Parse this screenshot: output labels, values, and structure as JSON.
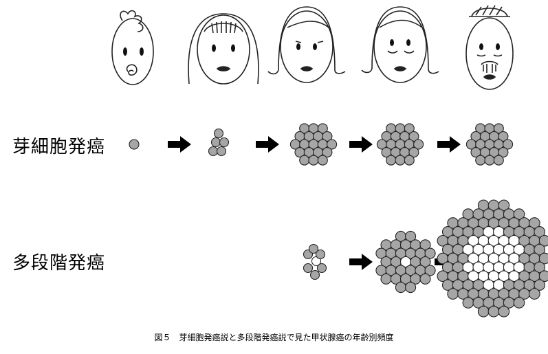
{
  "rows": {
    "sprout": {
      "label": "芽細胞発癌"
    },
    "multistage": {
      "label": "多段階発癌"
    }
  },
  "caption": "図５　芽細胞発癌説と多段階発癌説で見た甲状腺癌の年齢別頻度",
  "faces": [
    "baby",
    "girl-bangs",
    "woman-long-hair",
    "woman-smiling",
    "elderly-man-hat"
  ],
  "colors": {
    "cell_fill": "#a6a6a6",
    "cell_light": "#ffffff",
    "stroke": "#222222"
  }
}
